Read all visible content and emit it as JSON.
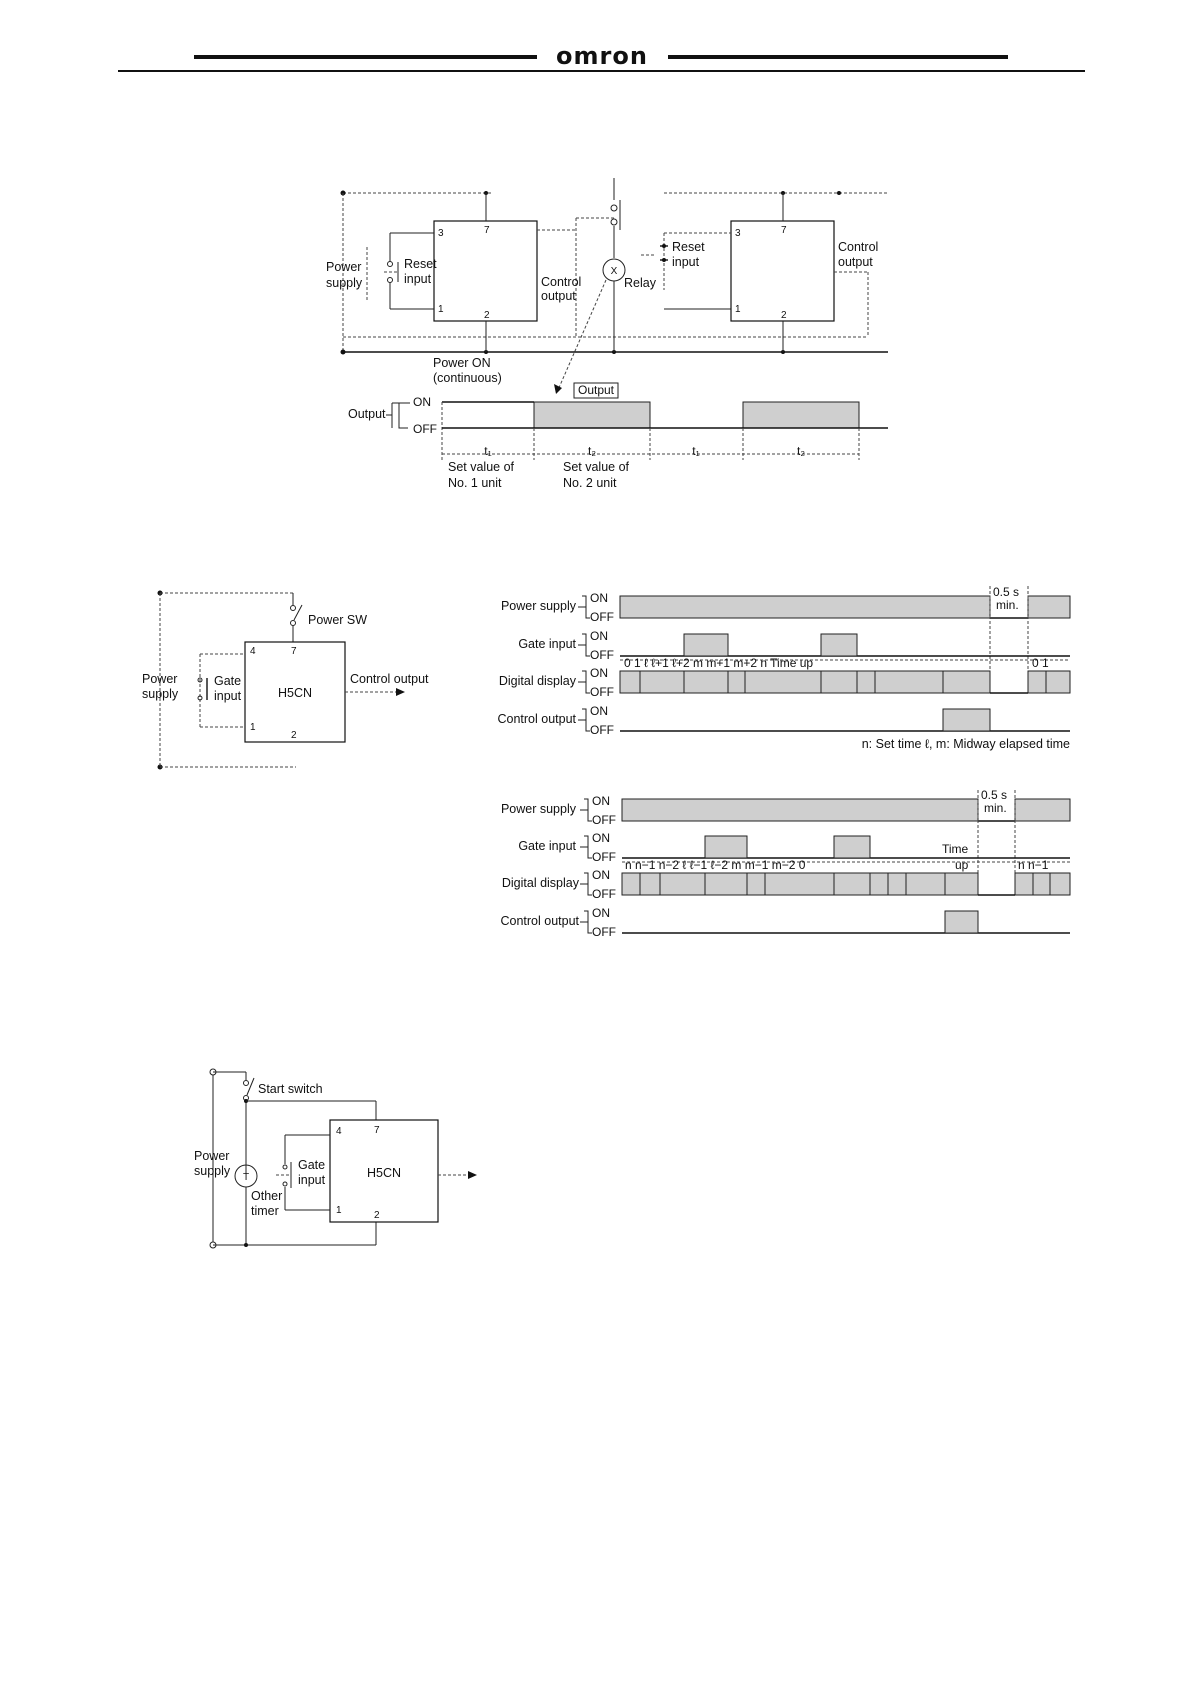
{
  "header": {
    "brand": "omron"
  },
  "fig1": {
    "power_supply": [
      "Power",
      "supply"
    ],
    "reset_input_1": [
      "Reset",
      "input"
    ],
    "reset_input_2": [
      "Reset",
      "input"
    ],
    "control_output_1": [
      "Control",
      "output"
    ],
    "control_output_2": [
      "Control",
      "output"
    ],
    "relay": "Relay",
    "relay_coil": "X",
    "t3a": "3",
    "t7a": "7",
    "t1a": "1",
    "t2a": "2",
    "t3b": "3",
    "t7b": "7",
    "t1b": "1",
    "t2b": "2",
    "power_on": [
      "Power ON",
      "(continuous)"
    ],
    "output_tag": "Output",
    "output_label": "Output",
    "on": "ON",
    "off": "OFF",
    "t1": "t₁",
    "t2": "t₂",
    "t1b_lbl": "t₁",
    "t2b_lbl": "t₂",
    "set1": [
      "Set value of",
      "No. 1 unit"
    ],
    "set2": [
      "Set value of",
      "No. 2 unit"
    ]
  },
  "fig2": {
    "power_supply": [
      "Power",
      "supply"
    ],
    "power_sw": "Power SW",
    "gate_input": [
      "Gate",
      "input"
    ],
    "model": "H5CN",
    "control_output": "Control output",
    "t4": "4",
    "t7": "7",
    "t1": "1",
    "t2": "2"
  },
  "timing_a": {
    "rows": [
      "Power supply",
      "Gate input",
      "Digital display",
      "Control output"
    ],
    "on": "ON",
    "off": "OFF",
    "min_note": [
      "0.5 s",
      "min."
    ],
    "display_values": "0   1                ℓ    ℓ+1 ℓ+2         m     m+1 m+2  n  Time up",
    "display_after": "0   1",
    "legend": "n: Set time ℓ, m: Midway elapsed time"
  },
  "timing_b": {
    "rows": [
      "Power supply",
      "Gate input",
      "Digital display",
      "Control output"
    ],
    "on": "ON",
    "off": "OFF",
    "min_note": [
      "0.5 s",
      "min."
    ],
    "display_values": "n  n−1 n−2         ℓ     ℓ−1 ℓ−2        m      m−1 m−2  0",
    "time_up": [
      "Time",
      "up"
    ],
    "display_after": "n  n−1"
  },
  "fig3": {
    "power_supply": [
      "Power",
      "supply"
    ],
    "start_switch": "Start switch",
    "gate_input": [
      "Gate",
      "input"
    ],
    "other_timer": [
      "Other",
      "timer"
    ],
    "timer_symbol": "T",
    "model": "H5CN",
    "t4": "4",
    "t7": "7",
    "t1": "1",
    "t2": "2"
  }
}
